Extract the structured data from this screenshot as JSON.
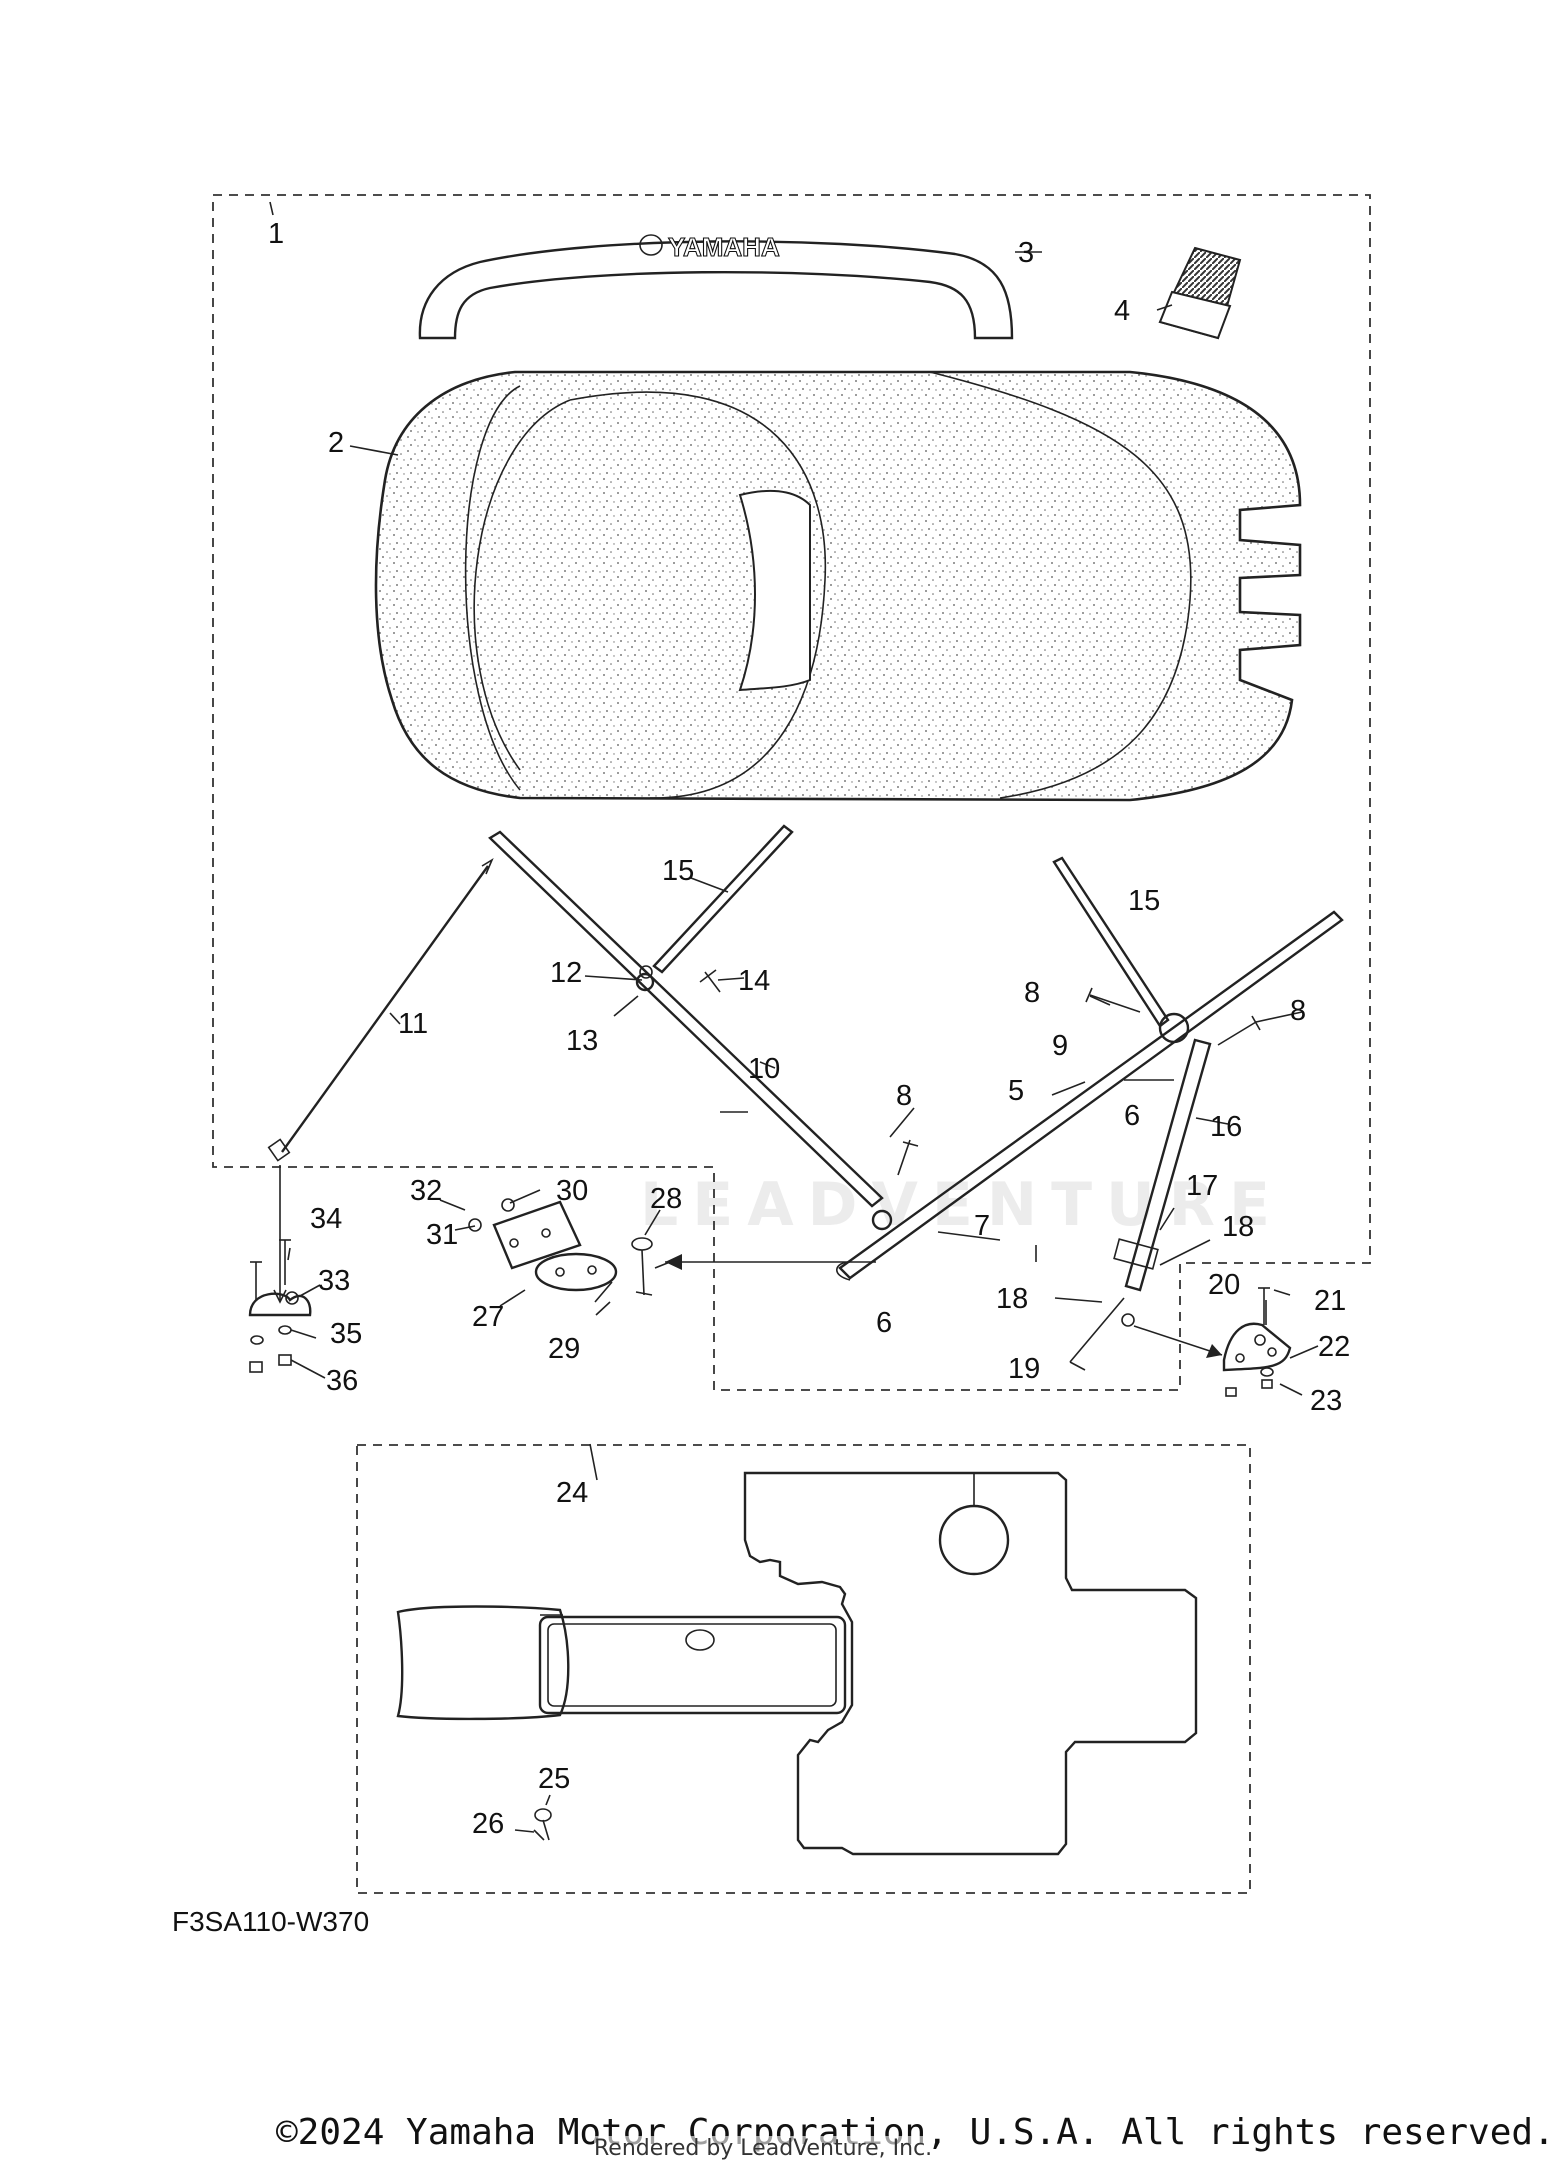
{
  "brand_text": "YAMAHA",
  "figure_code": "F3SA110-W370",
  "copyright": "©2024 Yamaha Motor Corporation, U.S.A. All rights reserved.",
  "rendered_by": "Rendered by LeadVenture, Inc.",
  "watermark": "LEADVENTURE",
  "callouts": {
    "c1": "1",
    "c2": "2",
    "c3": "3",
    "c4": "4",
    "c5": "5",
    "c6a": "6",
    "c6b": "6",
    "c7": "7",
    "c8a": "8",
    "c8b": "8",
    "c8c": "8",
    "c9": "9",
    "c10": "10",
    "c11": "11",
    "c12": "12",
    "c13": "13",
    "c14": "14",
    "c15a": "15",
    "c15b": "15",
    "c16": "16",
    "c17": "17",
    "c18a": "18",
    "c18b": "18",
    "c19": "19",
    "c20": "20",
    "c21": "21",
    "c22": "22",
    "c23": "23",
    "c24": "24",
    "c25": "25",
    "c26": "26",
    "c27": "27",
    "c28": "28",
    "c29": "29",
    "c30": "30",
    "c31": "31",
    "c32": "32",
    "c33": "33",
    "c34": "34",
    "c35": "35",
    "c36": "36"
  }
}
